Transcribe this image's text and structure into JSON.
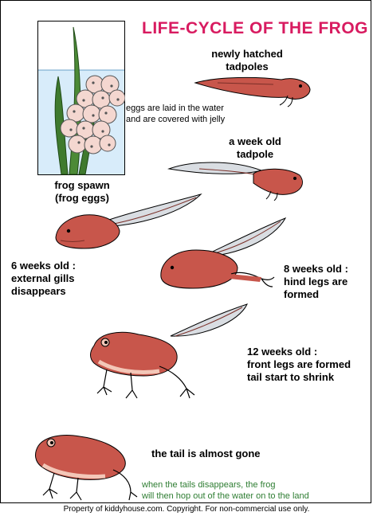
{
  "title": "LIFE-CYCLE OF THE FROG",
  "stages": {
    "spawn": {
      "label_1": "frog spawn",
      "label_2": "(frog eggs)",
      "note_1": "eggs are laid in the water",
      "note_2": "and are covered with jelly"
    },
    "newly_hatched": {
      "label_1": "newly hatched",
      "label_2": "tadpoles"
    },
    "week_old": {
      "label_1": "a week old",
      "label_2": "tadpole"
    },
    "six_weeks": {
      "label_1": "6 weeks old :",
      "label_2": "external gills",
      "label_3": "disappears"
    },
    "eight_weeks": {
      "label_1": "8  weeks old :",
      "label_2": "hind legs are",
      "label_3": "formed"
    },
    "twelve_weeks": {
      "label_1": "12  weeks old :",
      "label_2": "front legs are formed",
      "label_3": "tail start to shrink"
    },
    "tail_gone": {
      "label_1": "the tail is almost gone",
      "note_1": "when the tails disappears, the frog",
      "note_2": "will then hop out of the water on to the land"
    }
  },
  "footer": "Property of kiddyhouse.com.  Copyright.  For non-commercial use only.",
  "colors": {
    "title": "#d81b60",
    "body": "#c8564b",
    "body_dark": "#7a2f28",
    "belly": "#f3c7b8",
    "tail_fin": "#d9dde2",
    "water": "#d8ecfa",
    "plant": "#3f7a2e",
    "egg": "#f4d7d0"
  }
}
